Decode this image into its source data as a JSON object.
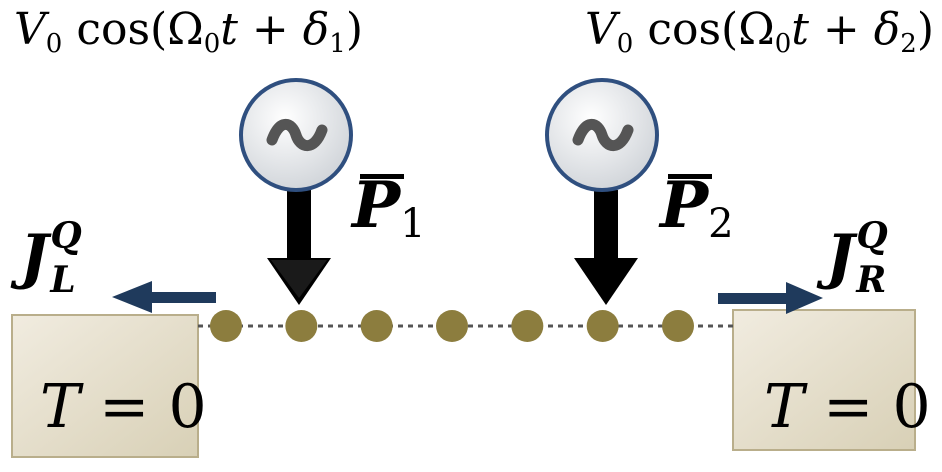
{
  "sources": [
    {
      "label_a": "V",
      "label_a_sub": "0",
      "label_b": " cos(",
      "label_c": "Ω",
      "label_c_sub": "0",
      "label_d": "t + ",
      "label_e": "δ",
      "label_e_sub": "1",
      "label_f": ")",
      "icon": "ac-source-icon",
      "power": "P",
      "power_sub": "1"
    },
    {
      "label_a": "V",
      "label_a_sub": "0",
      "label_b": " cos(",
      "label_c": "Ω",
      "label_c_sub": "0",
      "label_d": "t + ",
      "label_e": "δ",
      "label_e_sub": "2",
      "label_f": ")",
      "icon": "ac-source-icon",
      "power": "P",
      "power_sub": "2"
    }
  ],
  "flux_left": {
    "main": "J",
    "sup": "Q",
    "sub": "L"
  },
  "flux_right": {
    "main": "J",
    "sup": "Q",
    "sub": "R"
  },
  "reservoir_left": {
    "var": "T",
    "eq": " = ",
    "val": "0"
  },
  "reservoir_right": {
    "var": "T",
    "eq": " = ",
    "val": "0"
  },
  "chain": {
    "site_count": 7
  },
  "colors": {
    "reservoir_fill": "#e8e2cf",
    "site": "#8c7d3e",
    "arrow": "#1f3a5c",
    "source_ring": "#2f4f7f"
  }
}
